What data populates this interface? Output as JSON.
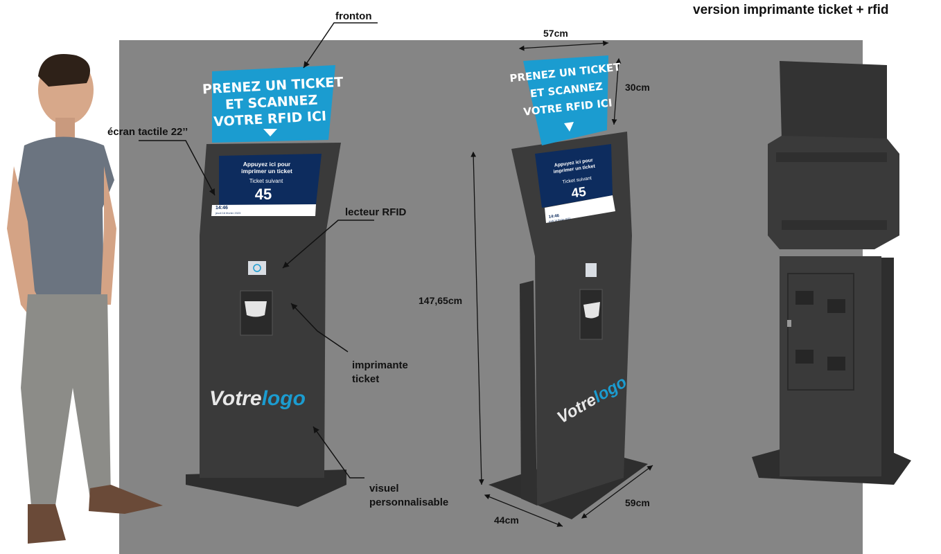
{
  "heading": "version imprimante ticket + rfid",
  "labels": {
    "fronton": "fronton",
    "ecran": "écran tactile 22’’",
    "rfid": "lecteur RFID",
    "imprimante_line1": "imprimante",
    "imprimante_line2": "ticket",
    "visuel_line1": "visuel",
    "visuel_line2": "personnalisable"
  },
  "dimensions": {
    "width_top": "57cm",
    "height_sign": "30cm",
    "height_total": "147,65cm",
    "base_depth": "44cm",
    "base_width": "59cm"
  },
  "sign": {
    "line1": "PRENEZ UN TICKET",
    "line2": "ET SCANNEZ",
    "line3": "VOTRE RFID ICI",
    "color": "#1b9cd0"
  },
  "screen": {
    "line1": "Appuyez ici pour",
    "line2": "imprimer un ticket",
    "subtitle": "Ticket suivant",
    "number": "45",
    "time": "14:46",
    "date": "jeudi 16 février 2023",
    "color": "#0d2c5e"
  },
  "logo": {
    "part1": "Votre",
    "part2": "logo",
    "color1": "#e8e8e8",
    "color2": "#1b9cd0"
  },
  "colors": {
    "background": "#858585",
    "kiosk": "#3a3a3a"
  }
}
